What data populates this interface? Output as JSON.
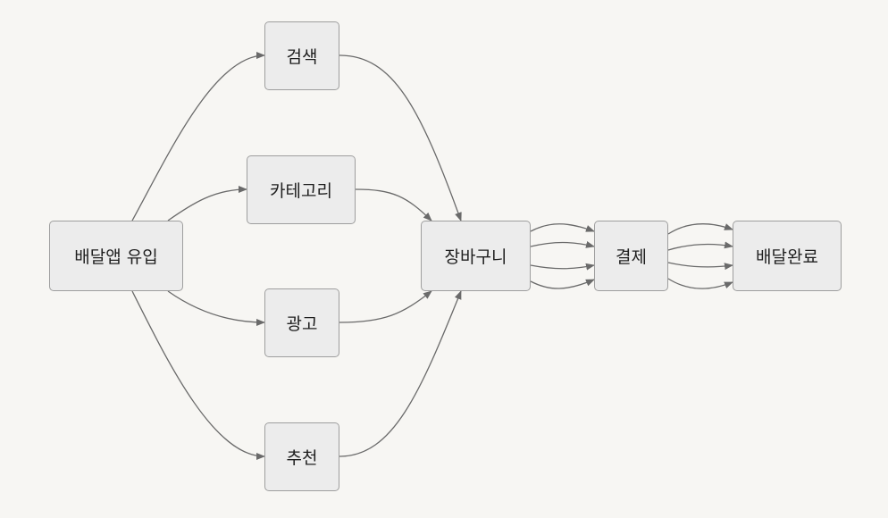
{
  "nodes": {
    "entry": "배달앱 유입",
    "search": "검색",
    "category": "카테고리",
    "ad": "광고",
    "recommend": "추천",
    "cart": "장바구니",
    "payment": "결제",
    "delivered": "배달완료"
  },
  "edges": [
    {
      "from": "entry",
      "to": "search"
    },
    {
      "from": "entry",
      "to": "category"
    },
    {
      "from": "entry",
      "to": "ad"
    },
    {
      "from": "entry",
      "to": "recommend"
    },
    {
      "from": "search",
      "to": "cart"
    },
    {
      "from": "category",
      "to": "cart"
    },
    {
      "from": "ad",
      "to": "cart"
    },
    {
      "from": "recommend",
      "to": "cart"
    },
    {
      "from": "cart",
      "to": "payment"
    },
    {
      "from": "cart",
      "to": "payment"
    },
    {
      "from": "cart",
      "to": "payment"
    },
    {
      "from": "cart",
      "to": "payment"
    },
    {
      "from": "payment",
      "to": "delivered"
    },
    {
      "from": "payment",
      "to": "delivered"
    },
    {
      "from": "payment",
      "to": "delivered"
    },
    {
      "from": "payment",
      "to": "delivered"
    }
  ],
  "colors": {
    "background": "#f7f6f3",
    "node_fill": "#ececec",
    "node_border": "#9e9e9e",
    "edge": "#6a6a6a"
  }
}
